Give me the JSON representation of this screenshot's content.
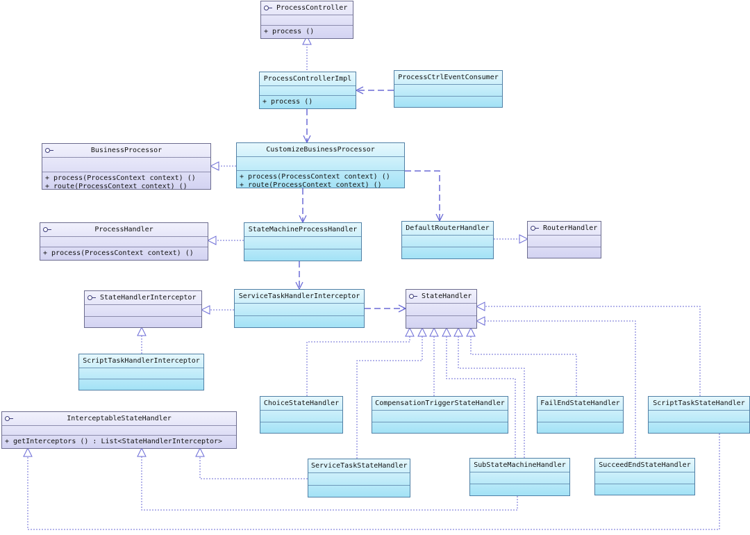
{
  "diagram": {
    "interfaces": {
      "process_controller": {
        "name": "ProcessController",
        "methods": [
          "+ process ()"
        ]
      },
      "business_processor": {
        "name": "BusinessProcessor",
        "methods": [
          "+ process(ProcessContext context) ()",
          "+ route(ProcessContext context) ()"
        ]
      },
      "process_handler": {
        "name": "ProcessHandler",
        "methods": [
          "+ process(ProcessContext context) ()"
        ]
      },
      "router_handler": {
        "name": "RouterHandler"
      },
      "state_handler_interceptor": {
        "name": "StateHandlerInterceptor"
      },
      "state_handler": {
        "name": "StateHandler"
      },
      "interceptable_state_handler": {
        "name": "InterceptableStateHandler",
        "methods": [
          "+ getInterceptors () : List<StateHandlerInterceptor>"
        ]
      }
    },
    "classes": {
      "process_controller_impl": {
        "name": "ProcessControllerImpl",
        "methods": [
          "+ process ()"
        ]
      },
      "process_ctrl_event_consumer": {
        "name": "ProcessCtrlEventConsumer"
      },
      "customize_business_processor": {
        "name": "CustomizeBusinessProcessor",
        "methods": [
          "+ process(ProcessContext context) ()",
          "+ route(ProcessContext context) ()"
        ]
      },
      "state_machine_process_handler": {
        "name": "StateMachineProcessHandler"
      },
      "default_router_handler": {
        "name": "DefaultRouterHandler"
      },
      "service_task_handler_interceptor": {
        "name": "ServiceTaskHandlerInterceptor"
      },
      "script_task_handler_interceptor": {
        "name": "ScriptTaskHandlerInterceptor"
      },
      "choice_state_handler": {
        "name": "ChoiceStateHandler"
      },
      "compensation_trigger_state_handler": {
        "name": "CompensationTriggerStateHandler"
      },
      "fail_end_state_handler": {
        "name": "FailEndStateHandler"
      },
      "script_task_state_handler": {
        "name": "ScriptTaskStateHandler"
      },
      "service_task_state_handler": {
        "name": "ServiceTaskStateHandler"
      },
      "sub_state_machine_handler": {
        "name": "SubStateMachineHandler"
      },
      "succeed_end_state_handler": {
        "name": "SucceedEndStateHandler"
      }
    }
  }
}
